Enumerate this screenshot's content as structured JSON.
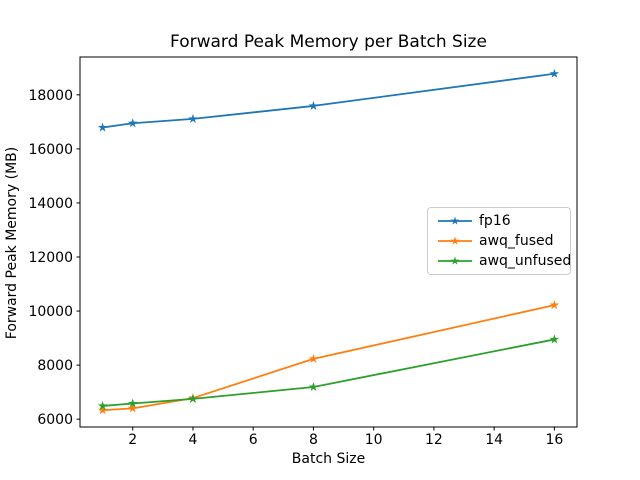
{
  "chart_data": {
    "type": "line",
    "title": "Forward Peak Memory per Batch Size",
    "xlabel": "Batch Size",
    "ylabel": "Forward Peak Memory (MB)",
    "x": [
      1,
      2,
      4,
      8,
      16
    ],
    "series": [
      {
        "name": "fp16",
        "color": "#1f77b4",
        "values": [
          16790,
          16950,
          17110,
          17590,
          18780
        ]
      },
      {
        "name": "awq_fused",
        "color": "#ff7f0e",
        "values": [
          6330,
          6400,
          6780,
          8230,
          10220
        ]
      },
      {
        "name": "awq_unfused",
        "color": "#2ca02c",
        "values": [
          6490,
          6580,
          6750,
          7190,
          8950
        ]
      }
    ],
    "xticks": [
      2,
      4,
      6,
      8,
      10,
      12,
      14,
      16
    ],
    "yticks": [
      6000,
      8000,
      10000,
      12000,
      14000,
      16000,
      18000
    ],
    "xlim": [
      0.25,
      16.75
    ],
    "ylim": [
      5710,
      19400
    ],
    "marker": "star",
    "grid": false,
    "legend_position": "center-right",
    "axis_color": "#000000",
    "background_color": "#ffffff"
  }
}
